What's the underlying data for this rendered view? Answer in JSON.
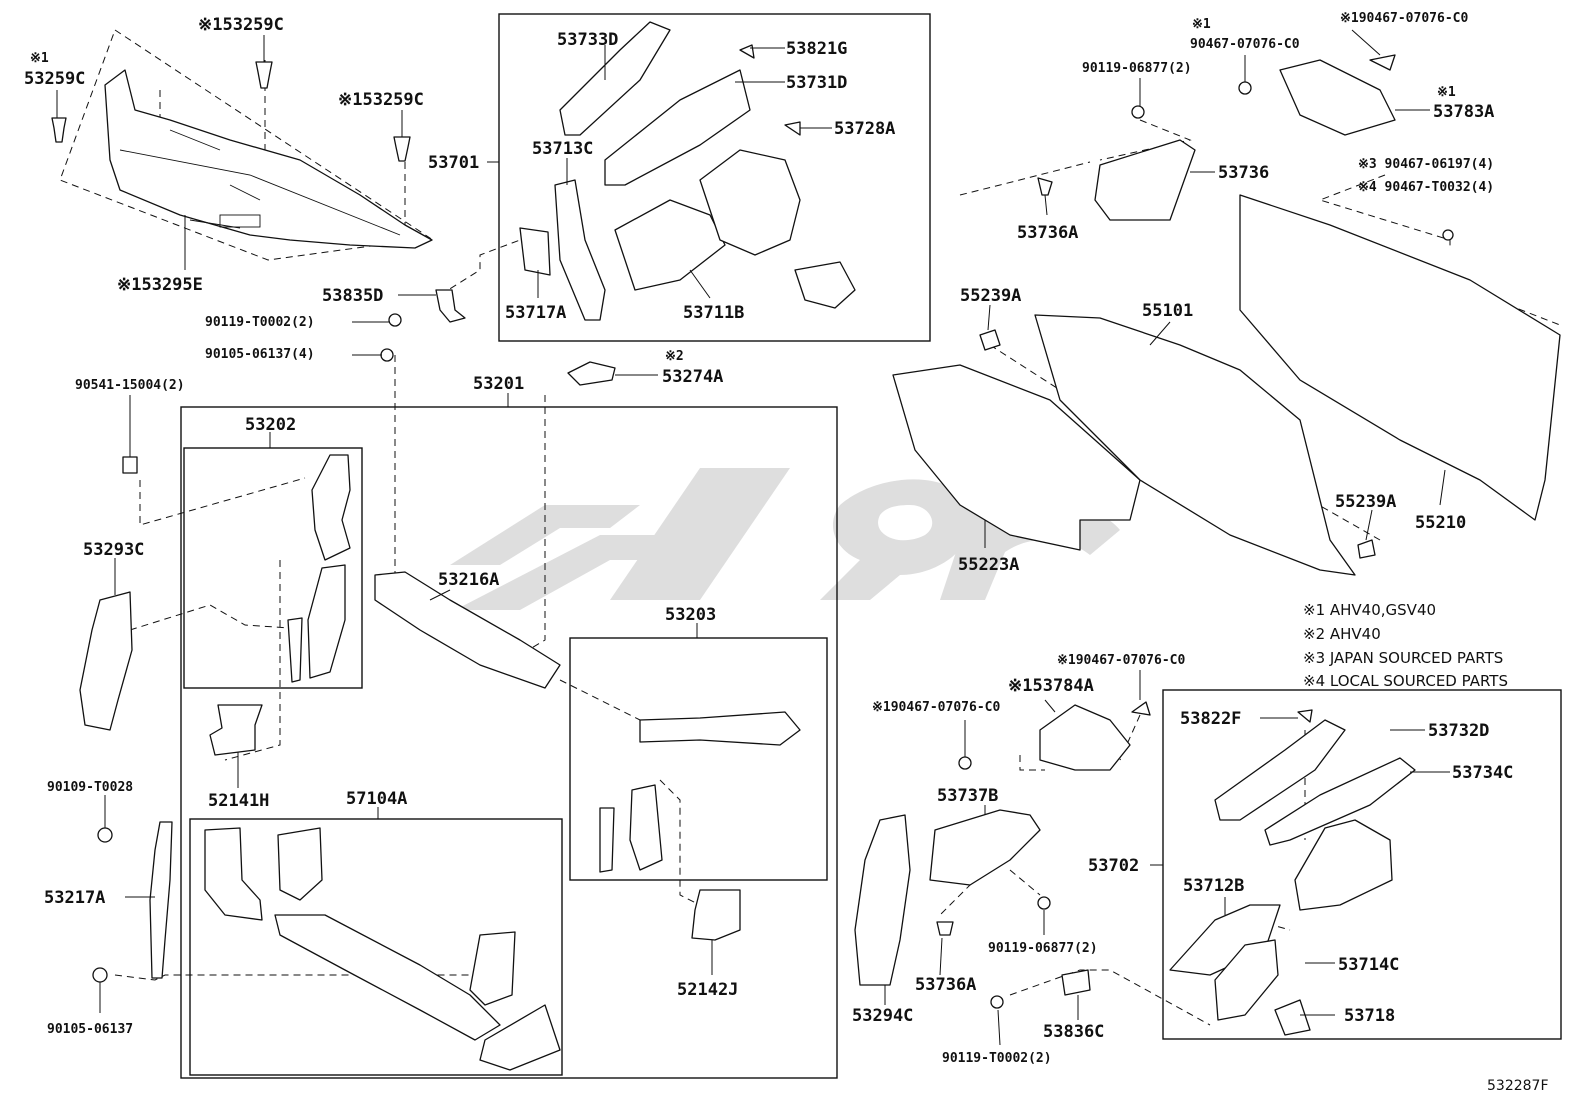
{
  "labels": {
    "l_53259c_a_mark": "※1",
    "l_53259c_a": "53259C",
    "l_53259c_b": "※153259C",
    "l_53259c_c": "※153259C",
    "l_53295e": "※153295E",
    "l_53835d": "53835D",
    "l_90119_t0002_a": "90119-T0002(2)",
    "l_90105_06137_a": "90105-06137(4)",
    "l_90541": "90541-15004(2)",
    "l_53201": "53201",
    "l_53202": "53202",
    "l_53293c": "53293C",
    "l_53216a": "53216A",
    "l_53274a_mark": "※2",
    "l_53274a": "53274A",
    "l_53203": "53203",
    "l_52141h": "52141H",
    "l_57104a": "57104A",
    "l_90109": "90109-T0028",
    "l_53217a": "53217A",
    "l_90105_06137_b": "90105-06137",
    "l_52142j": "52142J",
    "l_53733d": "53733D",
    "l_53821g": "53821G",
    "l_53731d": "53731D",
    "l_53728a": "53728A",
    "l_53701": "53701",
    "l_53713c": "53713C",
    "l_53717a": "53717A",
    "l_53711b": "53711B",
    "l_90467_a_mark": "※1",
    "l_90467_a": "90467-07076-C0",
    "l_90467_b": "※190467-07076-C0",
    "l_90119_06877_a": "90119-06877(2)",
    "l_53783a_mark": "※1",
    "l_53783a": "53783A",
    "l_53736": "53736",
    "l_53736a_a": "53736A",
    "l_90467_06197": "※3 90467-06197(4)",
    "l_90467_t0032": "※4 90467-T0032(4)",
    "l_55239a_a": "55239A",
    "l_55101": "55101",
    "l_55239a_b": "55239A",
    "l_55210": "55210",
    "l_55223a": "55223A",
    "l_90467_c": "※190467-07076-C0",
    "l_53784a": "※153784A",
    "l_90467_d": "※190467-07076-C0",
    "l_53737b": "53737B",
    "l_53702": "53702",
    "l_53822f": "53822F",
    "l_53732d": "53732D",
    "l_53734c": "53734C",
    "l_53712b": "53712B",
    "l_53714c": "53714C",
    "l_53718": "53718",
    "l_90119_06877_b": "90119-06877(2)",
    "l_53736a_b": "53736A",
    "l_53294c": "53294C",
    "l_53836c": "53836C",
    "l_90119_t0002_b": "90119-T0002(2)"
  },
  "notes": [
    "※1 AHV40,GSV40",
    "※2 AHV40",
    "※3 JAPAN SOURCED PARTS",
    "※4 LOCAL SOURCED PARTS"
  ],
  "figure_id": "532287F",
  "watermark_icon": "brand-logo-watermark"
}
